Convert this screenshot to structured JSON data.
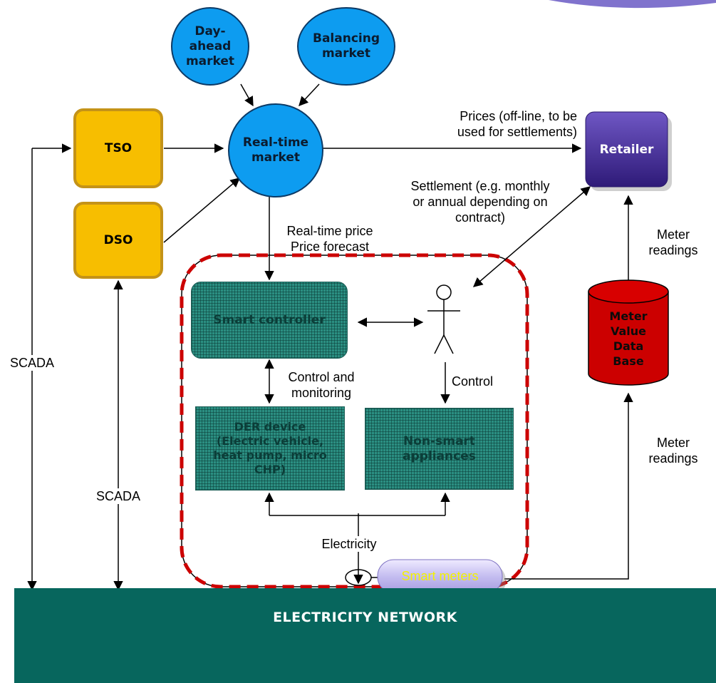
{
  "nodes": {
    "day_ahead": "Day-\nahead\nmarket",
    "balancing": "Balancing\nmarket",
    "real_time": "Real-time\nmarket",
    "tso": "TSO",
    "dso": "DSO",
    "retailer": "Retailer",
    "smart_controller": "Smart controller",
    "der_device": "DER device\n(Electric vehicle,\nheat pump, micro\nCHP)",
    "non_smart": "Non-smart\nappliances",
    "meter_db": "Meter\nValue\nData\nBase",
    "smart_meters": "Smart meters"
  },
  "labels": {
    "prices": "Prices (off-line, to be\nused for settlements)",
    "settlement": "Settlement (e.g. monthly\nor annual depending on\ncontract)",
    "realtime_price": "Real-time price\nPrice forecast",
    "meter_readings_top": "Meter\nreadings",
    "meter_readings_bottom": "Meter\nreadings",
    "scada_left": "SCADA",
    "scada_mid": "SCADA",
    "control_monitoring": "Control and\nmonitoring",
    "control": "Control",
    "electricity": "Electricity"
  },
  "footer": {
    "title": "ELECTRICITY NETWORK"
  },
  "colors": {
    "market_blue": "#0d9cf0",
    "operator_orange": "#f7be00",
    "retailer_purple": "#4a2f94",
    "home_teal": "#2b8f82",
    "database_red": "#cc0000",
    "home_border_red": "#cc0000",
    "footer_green": "#07665d",
    "smart_meter_lavender": "#c9c2ee",
    "smart_meter_text": "#f2f200"
  }
}
